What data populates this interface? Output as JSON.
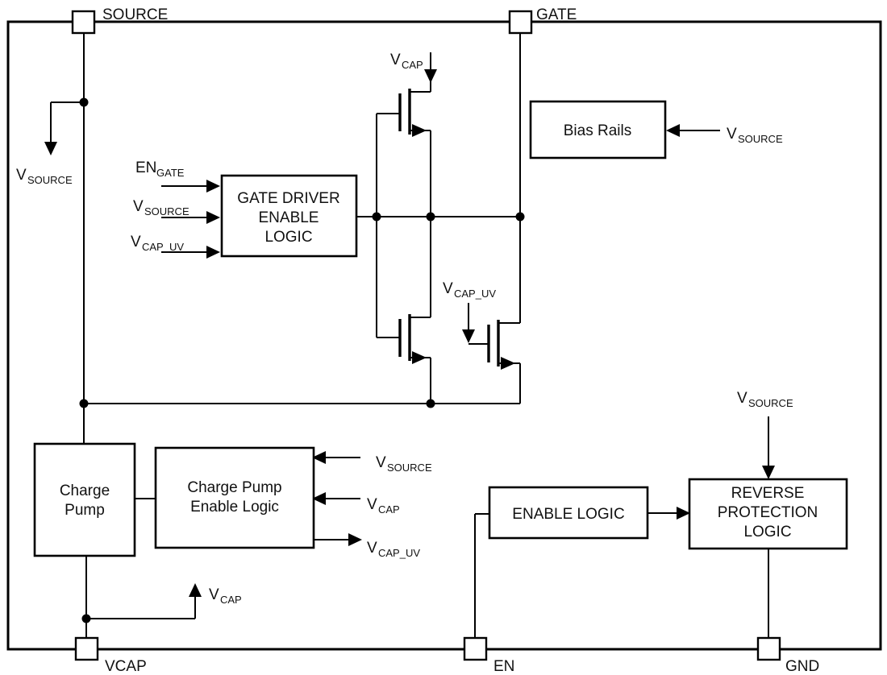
{
  "pins": {
    "source": {
      "label": "SOURCE"
    },
    "gate": {
      "label": "GATE"
    },
    "vcap": {
      "label": "VCAP"
    },
    "en": {
      "label": "EN"
    },
    "gnd": {
      "label": "GND"
    }
  },
  "blocks": {
    "gate_driver_enable_logic": {
      "lines": [
        "GATE DRIVER",
        "ENABLE",
        "LOGIC"
      ]
    },
    "bias_rails": {
      "lines": [
        "Bias Rails"
      ]
    },
    "charge_pump": {
      "lines": [
        "Charge",
        "Pump"
      ]
    },
    "charge_pump_enable_logic": {
      "lines": [
        "Charge Pump",
        "Enable Logic"
      ]
    },
    "enable_logic": {
      "lines": [
        "ENABLE LOGIC"
      ]
    },
    "reverse_protection_logic": {
      "lines": [
        "REVERSE",
        "PROTECTION",
        "LOGIC"
      ]
    }
  },
  "signals": {
    "v_source": {
      "main": "V",
      "sub": "SOURCE"
    },
    "v_cap": {
      "main": "V",
      "sub": "CAP"
    },
    "v_cap_uv": {
      "main": "V",
      "sub": "CAP_UV"
    },
    "en_gate": {
      "main": "EN",
      "sub": "GATE"
    }
  },
  "colors": {
    "line": "#000000",
    "background": "#ffffff",
    "text": "#111111"
  }
}
